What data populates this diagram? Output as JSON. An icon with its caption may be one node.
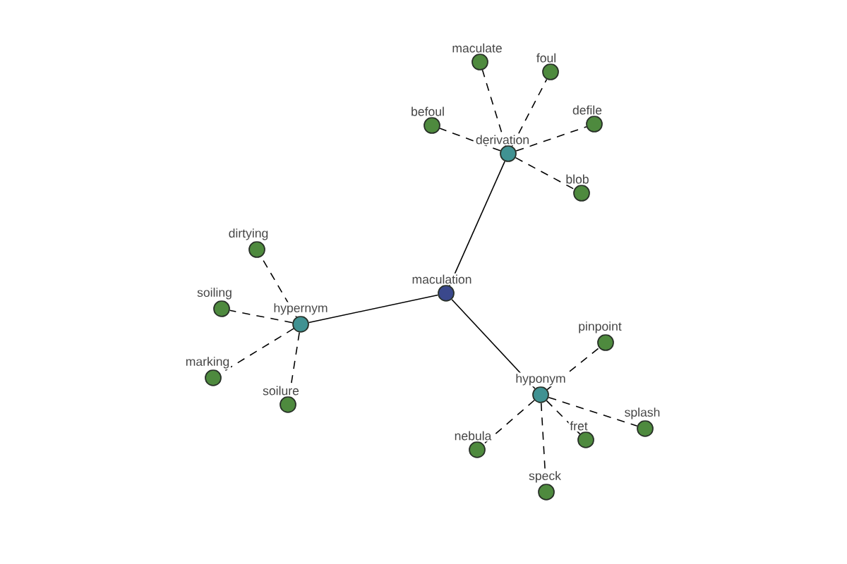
{
  "diagram": {
    "nodes": [
      {
        "text": [
          "maculate"
        ]
      },
      {
        "text": [
          "foul"
        ]
      },
      {
        "text": [
          "befoul"
        ]
      },
      {
        "text": [
          "defile"
        ]
      },
      {
        "text": [
          "derivation"
        ]
      },
      {
        "text": [
          "blob"
        ]
      },
      {
        "text": [
          "dirtying"
        ]
      },
      {
        "text": [
          "maculation"
        ]
      },
      {
        "text": [
          "soiling"
        ]
      },
      {
        "text": [
          "hypernym"
        ]
      },
      {
        "text": [
          "pinpoint"
        ]
      },
      {
        "text": [
          "marking"
        ]
      },
      {
        "text": [
          "hyponym"
        ]
      },
      {
        "text": [
          "soilure"
        ]
      },
      {
        "text": [
          "splash"
        ]
      },
      {
        "text": [
          "fret"
        ]
      },
      {
        "text": [
          "nebula"
        ]
      },
      {
        "text": [
          "speck"
        ]
      }
    ],
    "edges": [
      {
        "from": 7,
        "to": 4,
        "arrow": "none"
      },
      {
        "from": 7,
        "to": 9,
        "arrow": "none"
      },
      {
        "from": 7,
        "to": 12,
        "arrow": "none"
      },
      {
        "from": 4,
        "to": 0,
        "arrow": "none",
        "style": "dashed"
      },
      {
        "from": 4,
        "to": 1,
        "arrow": "none",
        "style": "dashed"
      },
      {
        "from": 4,
        "to": 2,
        "arrow": "none",
        "style": "dashed"
      },
      {
        "from": 4,
        "to": 3,
        "arrow": "none",
        "style": "dashed"
      },
      {
        "from": 4,
        "to": 5,
        "arrow": "none",
        "style": "dashed"
      },
      {
        "from": 9,
        "to": 6,
        "arrow": "none",
        "style": "dashed"
      },
      {
        "from": 9,
        "to": 8,
        "arrow": "none",
        "style": "dashed"
      },
      {
        "from": 9,
        "to": 11,
        "arrow": "none",
        "style": "dashed"
      },
      {
        "from": 9,
        "to": 13,
        "arrow": "none",
        "style": "dashed"
      },
      {
        "from": 12,
        "to": 10,
        "arrow": "none",
        "style": "dashed"
      },
      {
        "from": 12,
        "to": 14,
        "arrow": "none",
        "style": "dashed"
      },
      {
        "from": 12,
        "to": 15,
        "arrow": "none",
        "style": "dashed"
      },
      {
        "from": 12,
        "to": 16,
        "arrow": "none",
        "style": "dashed"
      },
      {
        "from": 12,
        "to": 17,
        "arrow": "none",
        "style": "dashed"
      }
    ]
  }
}
